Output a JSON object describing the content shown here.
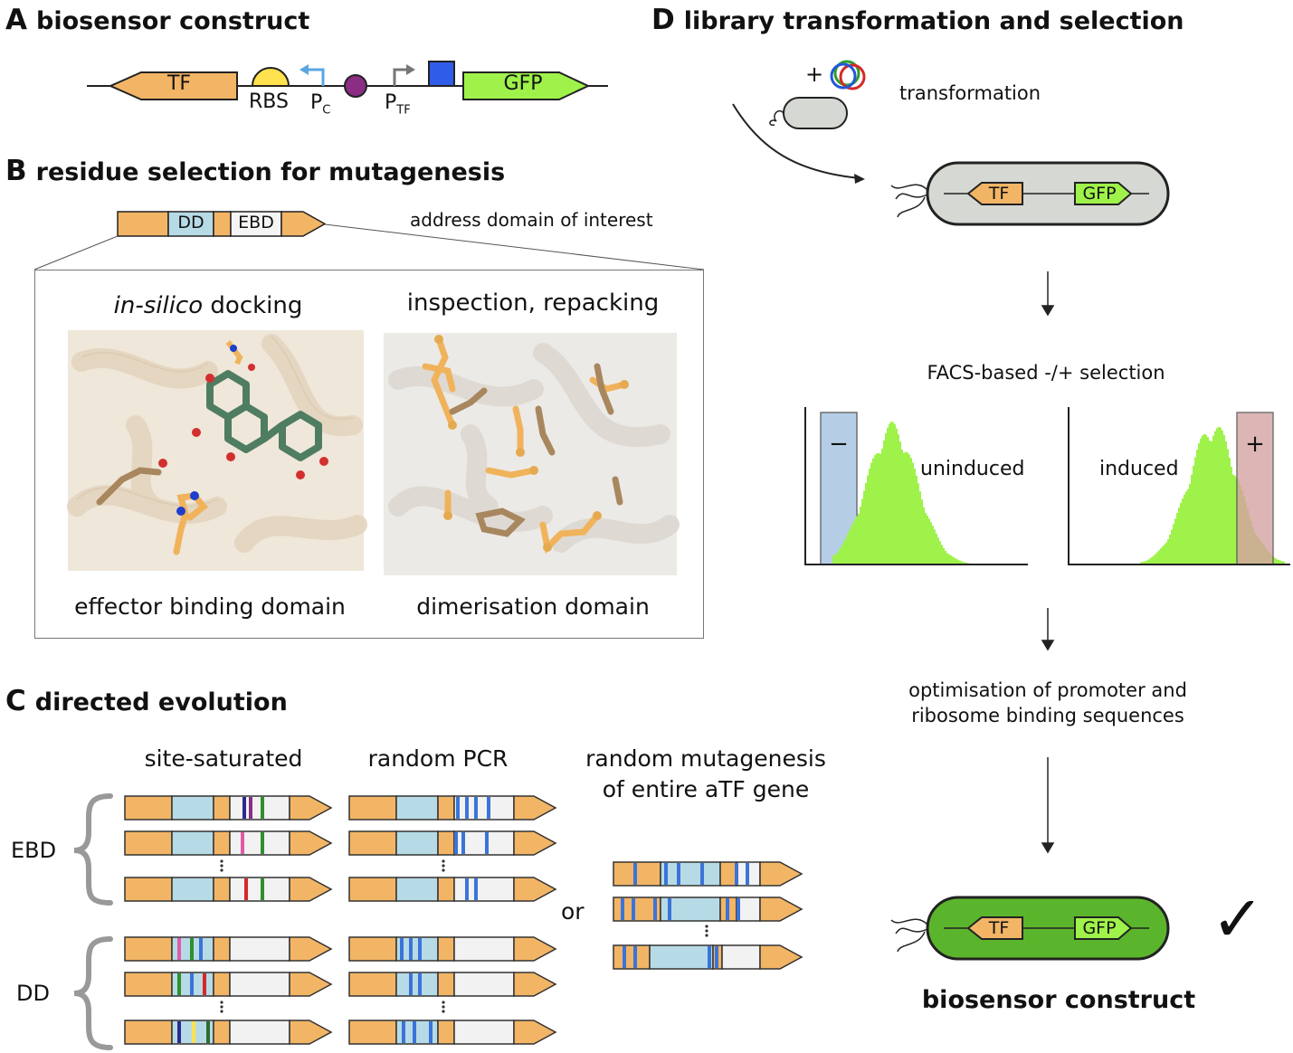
{
  "panelA": {
    "letter": "A",
    "title": "biosensor construct",
    "tf": "TF",
    "rbs": "RBS",
    "pc": "P",
    "pc_sub": "C",
    "ptf": "P",
    "ptf_sub": "TF",
    "gfp": "GFP"
  },
  "panelB": {
    "letter": "B",
    "title": "residue selection for mutagenesis",
    "dd": "DD",
    "ebd": "EBD",
    "address": "address domain of interest",
    "docking_italic": "in-silico",
    "docking_rest": " docking",
    "inspection": "inspection, repacking",
    "effector": "effector binding domain",
    "dimerisation": "dimerisation domain"
  },
  "panelC": {
    "letter": "C",
    "title": "directed evolution",
    "col1": "site-saturated",
    "col2": "random PCR",
    "col3_line1": "random mutagenesis",
    "col3_line2": "of entire aTF gene",
    "ebd": "EBD",
    "dd": "DD",
    "or": "or",
    "dots": "⋮"
  },
  "panelD": {
    "letter": "D",
    "title": "library transformation and selection",
    "plus": "+",
    "transformation": "transformation",
    "tf": "TF",
    "gfp": "GFP",
    "facs": "FACS-based -/+ selection",
    "minus_box": "−",
    "plus_box": "+",
    "uninduced": "uninduced",
    "induced": "induced",
    "optim_line1": "optimisation of promoter and",
    "optim_line2": "ribosome binding sequences",
    "final": "biosensor construct",
    "check": "✓"
  },
  "colors": {
    "orange": "#f2b566",
    "lightblue": "#b7dbe6",
    "white": "#f2f2f2",
    "green": "#9ef24a",
    "cellgray": "#d6d8d4",
    "darkgreen": "#5bb52c",
    "blue": "#3b74d9",
    "purple": "#8b2d84",
    "yellow": "#ffe24d",
    "blueBox": "#a9c6e2",
    "redBox": "#d5a3a3"
  }
}
